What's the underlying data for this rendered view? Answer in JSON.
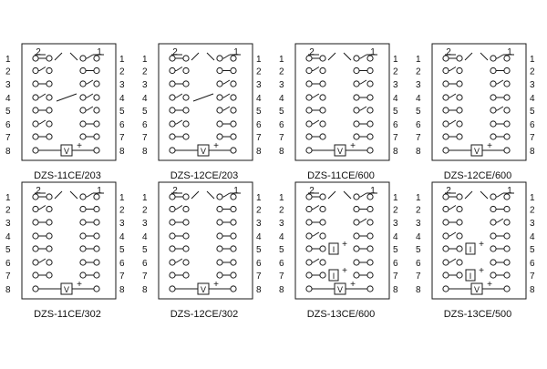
{
  "diagrams": [
    {
      "caption": "DZS-11CE/203",
      "variant": "A",
      "top_left_label": "2",
      "top_right_label": "1"
    },
    {
      "caption": "DZS-12CE/203",
      "variant": "A",
      "top_left_label": "2",
      "top_right_label": "1"
    },
    {
      "caption": "DZS-11CE/600",
      "variant": "B",
      "top_left_label": "2",
      "top_right_label": "1"
    },
    {
      "caption": "DZS-12CE/600",
      "variant": "B",
      "top_left_label": "2",
      "top_right_label": "1"
    },
    {
      "caption": "DZS-11CE/302",
      "variant": "C",
      "top_left_label": "2",
      "top_right_label": "1"
    },
    {
      "caption": "DZS-12CE/302",
      "variant": "C",
      "top_left_label": "2",
      "top_right_label": "1"
    },
    {
      "caption": "DZS-13CE/600",
      "variant": "D",
      "top_left_label": "2",
      "top_right_label": "1"
    },
    {
      "caption": "DZS-13CE/500",
      "variant": "E",
      "top_left_label": "2",
      "top_right_label": "1"
    }
  ],
  "pin_labels": [
    "1",
    "2",
    "3",
    "4",
    "5",
    "6",
    "7",
    "8"
  ],
  "coil_symbols": {
    "voltage": "V",
    "current": "I",
    "plus": "+"
  },
  "colors": {
    "line": "#1a1a1a",
    "background": "#ffffff"
  }
}
